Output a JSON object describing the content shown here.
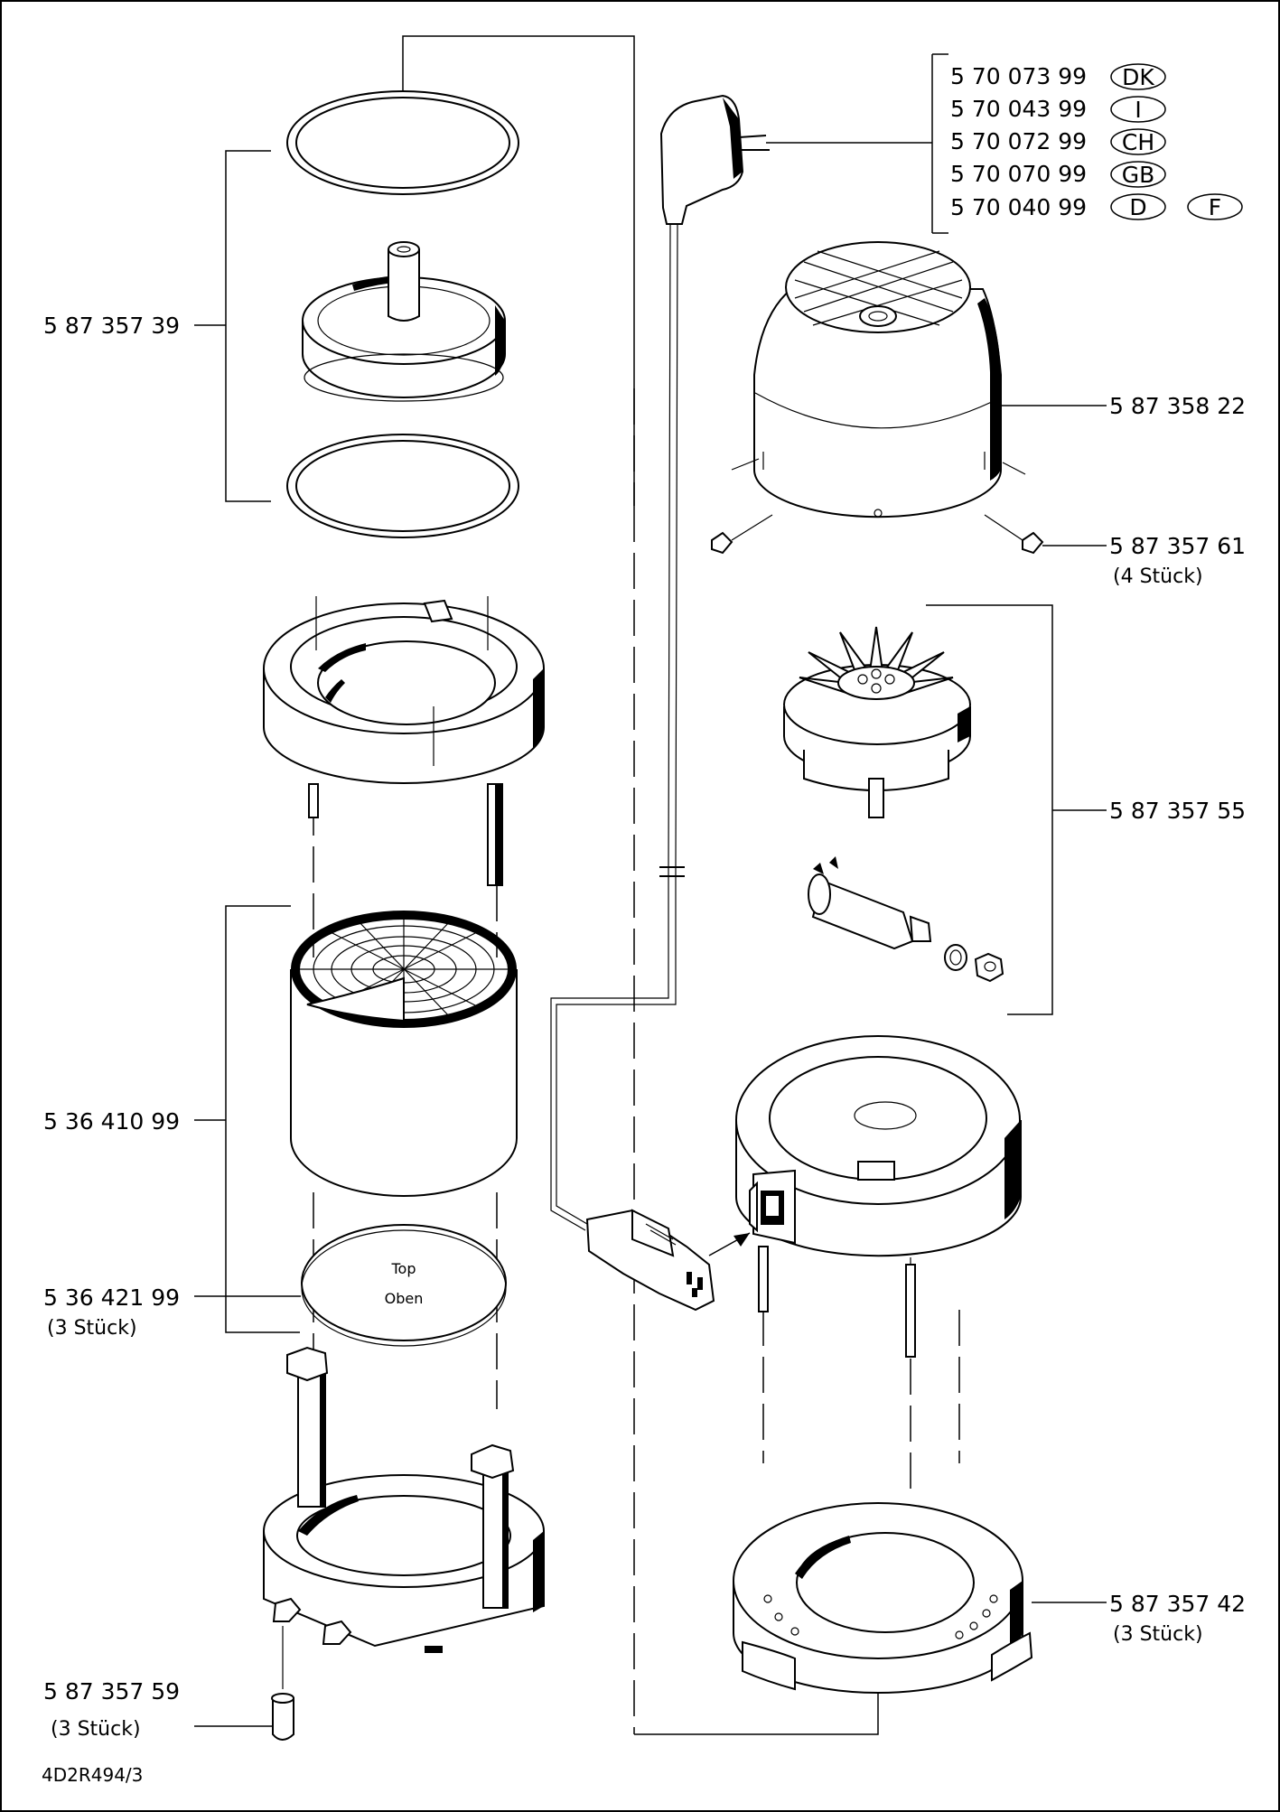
{
  "power_plugs": {
    "variants": [
      {
        "part_number": "5 70 073 99",
        "codes": [
          "DK"
        ]
      },
      {
        "part_number": "5 70 043 99",
        "codes": [
          "I"
        ]
      },
      {
        "part_number": "5 70 072 99",
        "codes": [
          "CH"
        ]
      },
      {
        "part_number": "5 70 070 99",
        "codes": [
          "GB"
        ]
      },
      {
        "part_number": "5 70 040 99",
        "codes": [
          "D",
          "F"
        ]
      }
    ]
  },
  "parts": {
    "seal_set": {
      "number": "5 87 357 39"
    },
    "motor_cover": {
      "number": "5 87 358 22"
    },
    "cover_screws": {
      "number": "5 87 357 61",
      "quantity": "(4  Stück)"
    },
    "motor_assembly": {
      "number": "5 87 357 55"
    },
    "filter_cartridge": {
      "number": "5 36 410 99"
    },
    "filter_disc": {
      "number": "5 36 421 99",
      "quantity": "(3  Stück)",
      "text_top": "Top",
      "text_bottom": "Oben"
    },
    "foot_clips": {
      "number": "5 87 357 42",
      "quantity": "(3  Stück)"
    },
    "clamp_knobs": {
      "number": "5 87 357 59",
      "quantity": "(3  Stück)"
    }
  },
  "drawing_number": "4D2R494/3"
}
